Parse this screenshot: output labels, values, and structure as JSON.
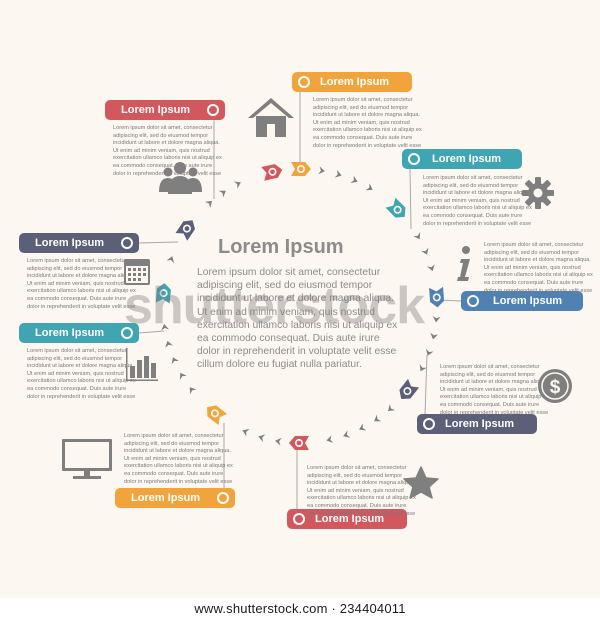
{
  "colors": {
    "red": "#d2585e",
    "orange": "#f2a43c",
    "teal": "#40a5b3",
    "navy": "#5b5f78",
    "blue": "#4f82b2",
    "icon": "#7f7f7f"
  },
  "title": "Lorem Ipsum",
  "body": "Lorem ipsum dolor sit amet, consectetur\nadipiscing elit, sed do eiusmod tempor\nincididunt ut labore et dolore magna aliqua.\nUt enim ad minim veniam, quis nostrud\nexercitation ullamco laboris nisi ut aliquip ex\nea commodo consequat. Duis aute irure\ndolor in reprehenderit in voluptate velit esse\ncillum dolore eu fugiat nulla pariatur.",
  "watermark": "shutterstock",
  "footer": "www.shutterstock.com · 234404011",
  "steps": [
    {
      "label": "Lorem Ipsum",
      "color": "#f2a43c",
      "icon": "home-icon",
      "text": "Lorem ipsum dolor sit amet, consectetur\nadipiscing elit, sed do eiusmod tempor\nincididunt ut labore et dolore magna aliqua.\nUt enim ad minim veniam, quis nostrud\nexercitation ullamco laboris nisi ut aliquip ex\nea commodo consequat. Duis aute irure\ndolor in reprehenderit in voluptate velit esse"
    },
    {
      "label": "Lorem Ipsum",
      "color": "#40a5b3",
      "icon": "gear-icon",
      "text": "Lorem ipsum dolor sit amet, consectetur\nadipiscing elit, sed do eiusmod tempor\nincididunt ut labore et dolore magna aliqua.\nUt enim ad minim veniam, quis nostrud\nexercitation ullamco laboris nisi ut aliquip ex\nea commodo consequat. Duis aute irure\ndolor in reprehenderit in voluptate velit esse"
    },
    {
      "label": "Lorem Ipsum",
      "color": "#4f82b2",
      "icon": "info-icon",
      "text": "Lorem ipsum dolor sit amet, consectetur\nadipiscing elit, sed do eiusmod tempor\nincididunt ut labore et dolore magna aliqua.\nUt enim ad minim veniam, quis nostrud\nexercitation ullamco laboris nisi ut aliquip ex\nea commodo consequat. Duis aute irure\ndolor in reprehenderit in voluptate velit esse"
    },
    {
      "label": "Lorem Ipsum",
      "color": "#5b5f78",
      "icon": "dollar-coin-icon",
      "text": "Lorem ipsum dolor sit amet, consectetur\nadipiscing elit, sed do eiusmod tempor\nincididunt ut labore et dolore magna aliqua.\nUt enim ad minim veniam, quis nostrud\nexercitation ullamco laboris nisi ut aliquip ex\nea commodo consequat. Duis aute irure\ndolor in reprehenderit in voluptate velit esse"
    },
    {
      "label": "Lorem Ipsum",
      "color": "#d2585e",
      "icon": "star-icon",
      "text": "Lorem ipsum dolor sit amet, consectetur\nadipiscing elit, sed do eiusmod tempor\nincididunt ut labore et dolore magna aliqua.\nUt enim ad minim veniam, quis nostrud\nexercitation ullamco laboris nisi ut aliquip ex\nea commodo consequat. Duis aute irure\ndolor in reprehenderit in voluptate velit esse"
    },
    {
      "label": "Lorem Ipsum",
      "color": "#f2a43c",
      "icon": "monitor-icon",
      "text": "Lorem ipsum dolor sit amet, consectetur\nadipiscing elit, sed do eiusmod tempor\nincididunt ut labore et dolore magna aliqua.\nUt enim ad minim veniam, quis nostrud\nexercitation ullamco laboris nisi ut aliquip ex\nea commodo consequat. Duis aute irure\ndolor in reprehenderit in voluptate velit esse"
    },
    {
      "label": "Lorem Ipsum",
      "color": "#40a5b3",
      "icon": "bar-chart-icon",
      "text": "Lorem ipsum dolor sit amet, consectetur\nadipiscing elit, sed do eiusmod tempor\nincididunt ut labore et dolore magna aliqua.\nUt enim ad minim veniam, quis nostrud\nexercitation ullamco laboris nisi ut aliquip ex\nea commodo consequat. Duis aute irure\ndolor in reprehenderit in voluptate velit esse"
    },
    {
      "label": "Lorem Ipsum",
      "color": "#5b5f78",
      "icon": "calendar-icon",
      "text": "Lorem ipsum dolor sit amet, consectetur\nadipiscing elit, sed do eiusmod tempor\nincididunt ut labore et dolore magna aliqua.\nUt enim ad minim veniam, quis nostrud\nexercitation ullamco laboris nisi ut aliquip ex\nea commodo consequat. Duis aute irure\ndolor in reprehenderit in voluptate velit esse"
    },
    {
      "label": "Lorem Ipsum",
      "color": "#d2585e",
      "icon": "people-icon",
      "text": "Lorem ipsum dolor sit amet, consectetur\nadipiscing elit, sed do eiusmod tempor\nincididunt ut labore et dolore magna aliqua.\nUt enim ad minim veniam, quis nostrud\nexercitation ullamco laboris nisi ut aliquip ex\nea commodo consequat. Duis aute irure\ndolor in reprehenderit in voluptate velit esse"
    }
  ]
}
